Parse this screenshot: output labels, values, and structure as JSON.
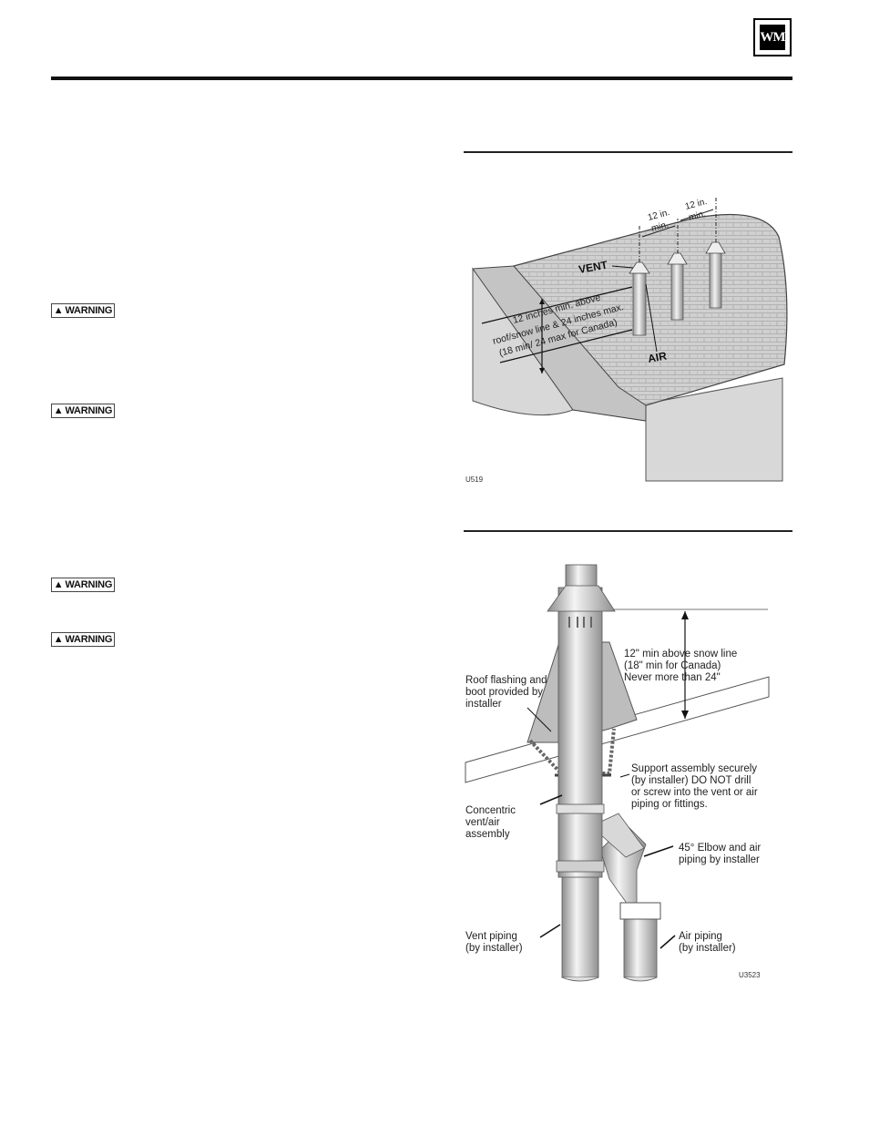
{
  "header": {
    "logo_text": "WM"
  },
  "warnings": [
    "WARNING",
    "WARNING",
    "WARNING",
    "WARNING"
  ],
  "figure1": {
    "label_vent": "VENT",
    "label_air": "AIR",
    "dim_top_1": [
      "12 in.",
      "min."
    ],
    "dim_top_2": [
      "12 in.",
      "min."
    ],
    "height_note": [
      "12 inches min. above",
      "roof/snow line & 24 inches max.",
      "(18 min/ 24 max for Canada)"
    ],
    "code": "U519"
  },
  "figure2": {
    "snow_line_note": [
      "12\" min above snow line",
      "(18\" min for Canada)",
      "Never more than 24\""
    ],
    "flashing_note": [
      "Roof flashing and",
      "boot provided by",
      "installer"
    ],
    "support_note": [
      "Support assembly securely",
      "(by installer) DO NOT drill",
      "or screw into the vent or air",
      "piping or fittings."
    ],
    "concentric_note": [
      "Concentric",
      "vent/air",
      "assembly"
    ],
    "elbow_note": [
      "45° Elbow and air",
      "piping by installer"
    ],
    "vent_piping_note": [
      "Vent piping",
      "(by installer)"
    ],
    "air_piping_note": [
      "Air piping",
      "(by installer)"
    ],
    "code": "U3523"
  }
}
